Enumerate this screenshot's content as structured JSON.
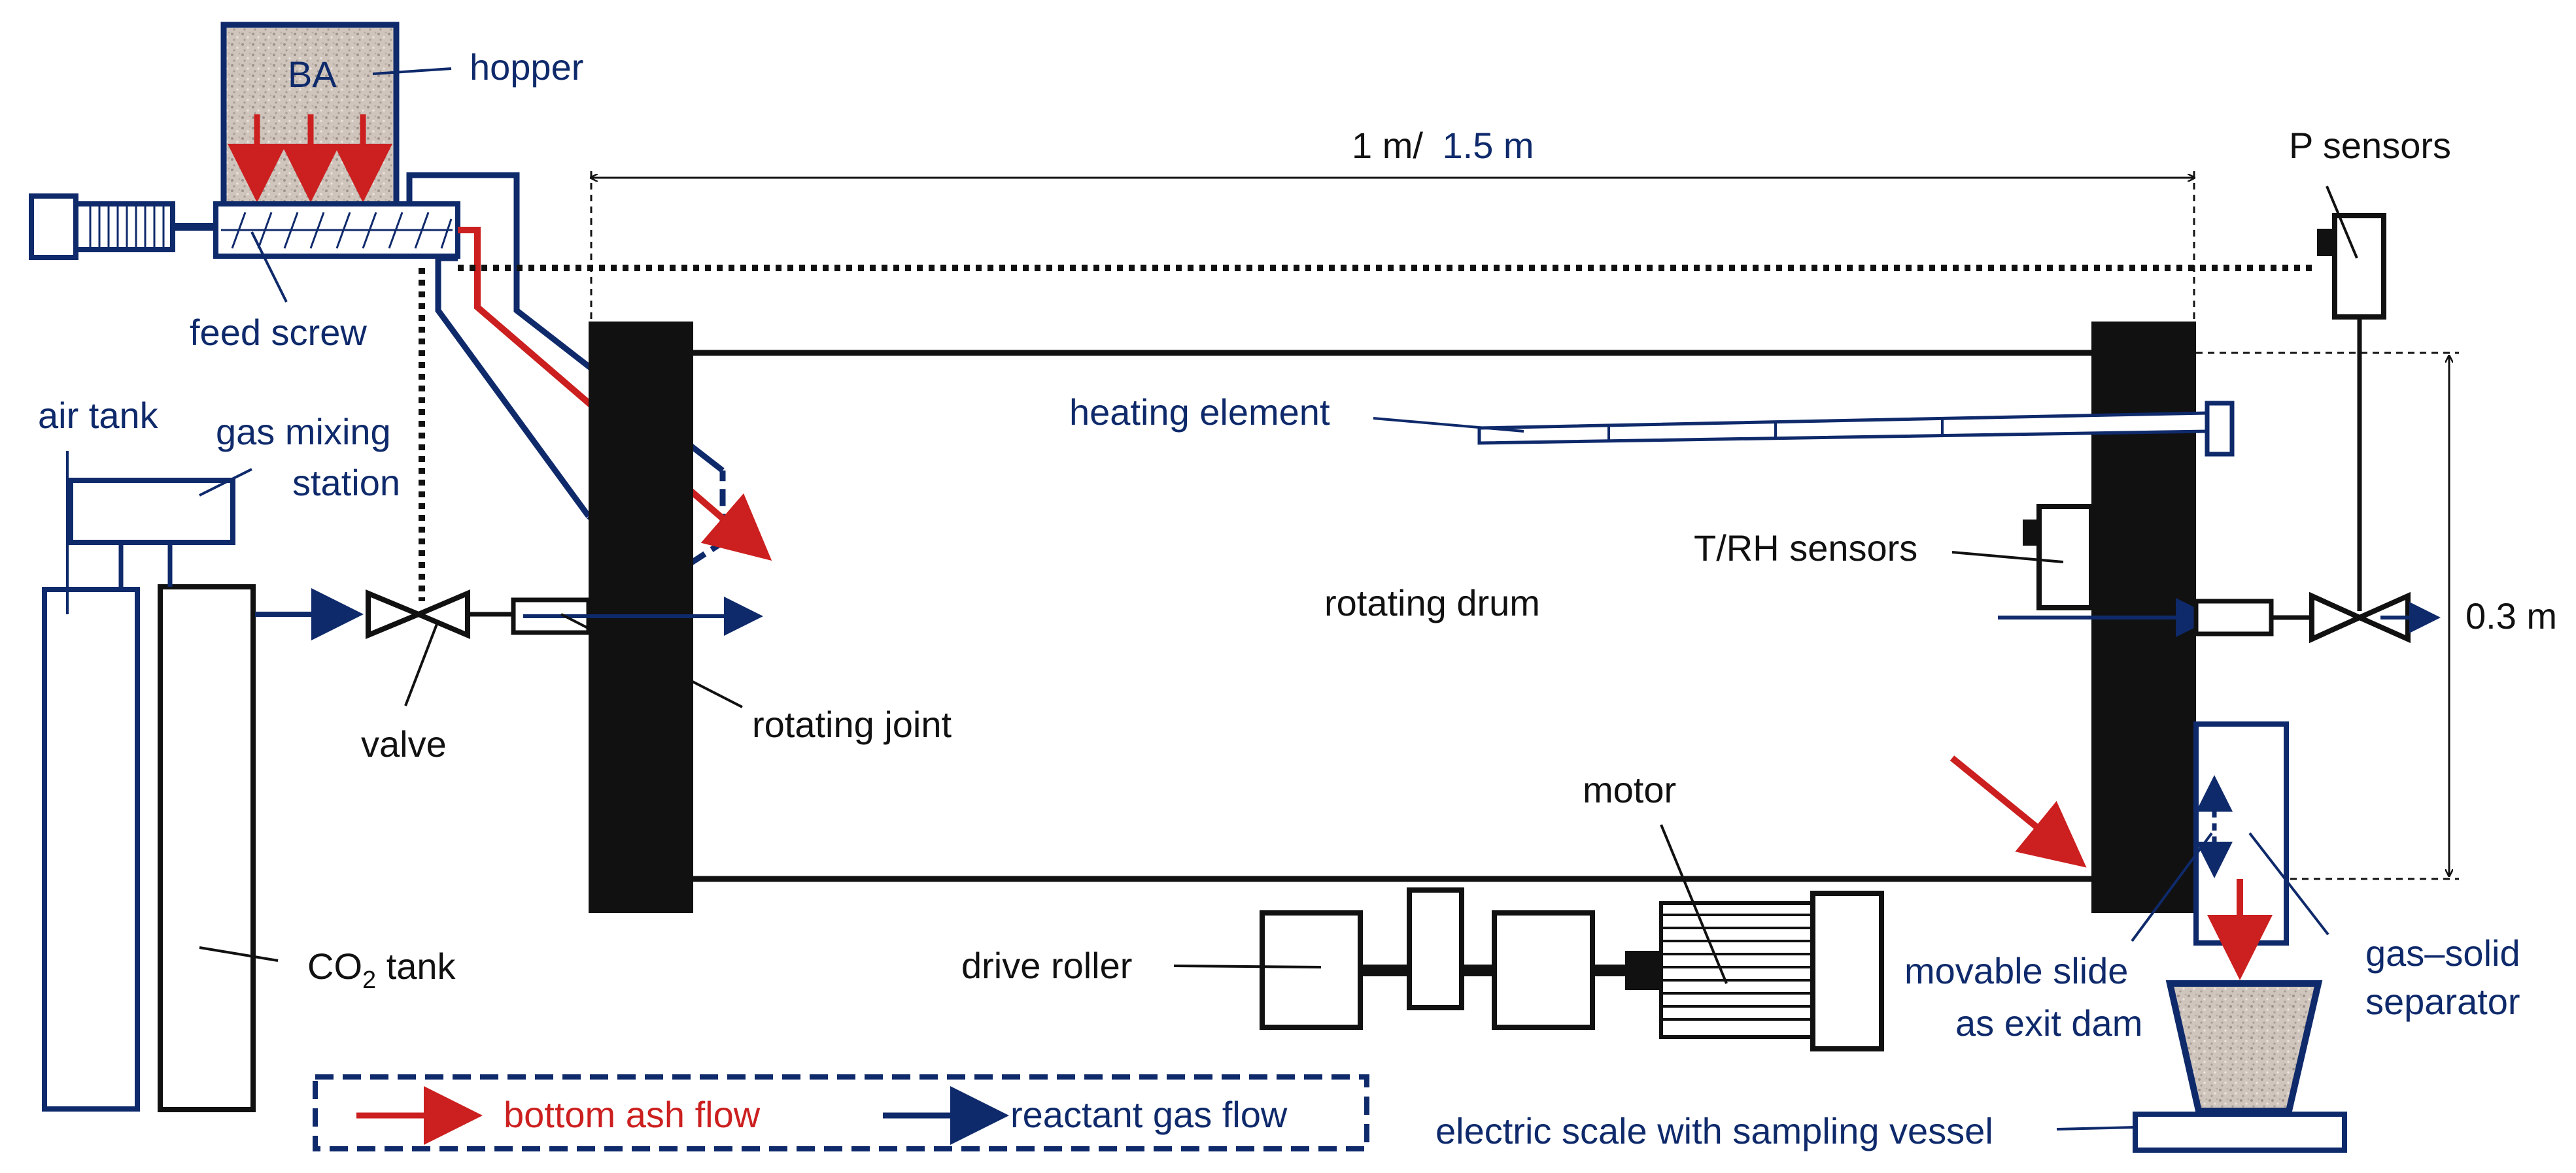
{
  "colors": {
    "navy": "#0f2a6b",
    "red": "#cc1f1f",
    "black": "#111111",
    "sand": "#cfc5bd"
  },
  "labels": {
    "ba": "BA",
    "hopper": "hopper",
    "feed_screw": "feed screw",
    "dimension_length_black": "1 m/",
    "dimension_length_blue": "1.5 m",
    "p_sensors": "P sensors",
    "air_tank": "air tank",
    "gas_mixing_line1": "gas mixing",
    "gas_mixing_line2": "station",
    "heating_element": "heating element",
    "tr_sensors": "T/RH sensors",
    "rotating_drum": "rotating drum",
    "dimension_height": "0.3 m",
    "valve": "valve",
    "rotating_joint": "rotating joint",
    "motor": "motor",
    "co2_tank_prefix": "CO",
    "co2_tank_sub": "2",
    "co2_tank_suffix": " tank",
    "drive_roller": "drive roller",
    "movable_slide_line1": "movable slide",
    "movable_slide_line2": "as exit dam",
    "separator_line1": "gas–solid",
    "separator_line2": "separator",
    "scale": "electric scale with sampling vessel"
  },
  "legend": {
    "bottom_ash": "bottom ash flow",
    "reactant_gas": "reactant gas flow"
  }
}
